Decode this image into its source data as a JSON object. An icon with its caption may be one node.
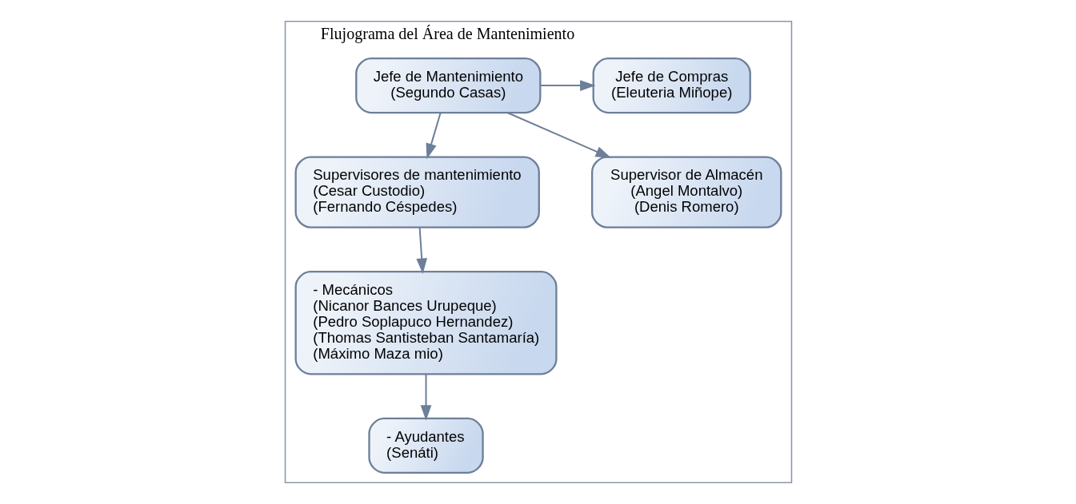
{
  "diagram": {
    "nodes": [
      {
        "text": [
          "Flujograma del Área de Mantenimiento"
        ]
      },
      {
        "text": [
          "Jefe de Mantenimiento",
          "(Segundo Casas)"
        ],
        "in": 0
      },
      {
        "text": [
          "Jefe de Compras",
          "(Eleuteria Miñope)"
        ],
        "in": 0
      },
      {
        "text": [
          "Supervisores de mantenimiento",
          "(Cesar Custodio)",
          "(Fernando Céspedes)"
        ],
        "in": 0
      },
      {
        "text": [
          "Supervisor de Almacén",
          "(Angel Montalvo)",
          "(Denis Romero)"
        ],
        "in": 0
      },
      {
        "text": [
          "- Mecánicos",
          "(Nicanor Bances Urupeque)",
          "(Pedro Soplapuco Hernandez)",
          "(Thomas Santisteban Santamaría)",
          "(Máximo Maza mio)"
        ],
        "in": 0
      },
      {
        "text": [
          "- Ayudantes",
          "(Senáti)"
        ],
        "in": 0
      }
    ],
    "edges": [
      {
        "from": 1,
        "to": 2,
        "arrow": "to"
      },
      {
        "from": 1,
        "to": 3,
        "arrow": "to"
      },
      {
        "from": 1,
        "to": 4,
        "arrow": "to"
      },
      {
        "from": 3,
        "to": 5,
        "arrow": "to"
      },
      {
        "from": 5,
        "to": 6,
        "arrow": "to"
      }
    ]
  }
}
